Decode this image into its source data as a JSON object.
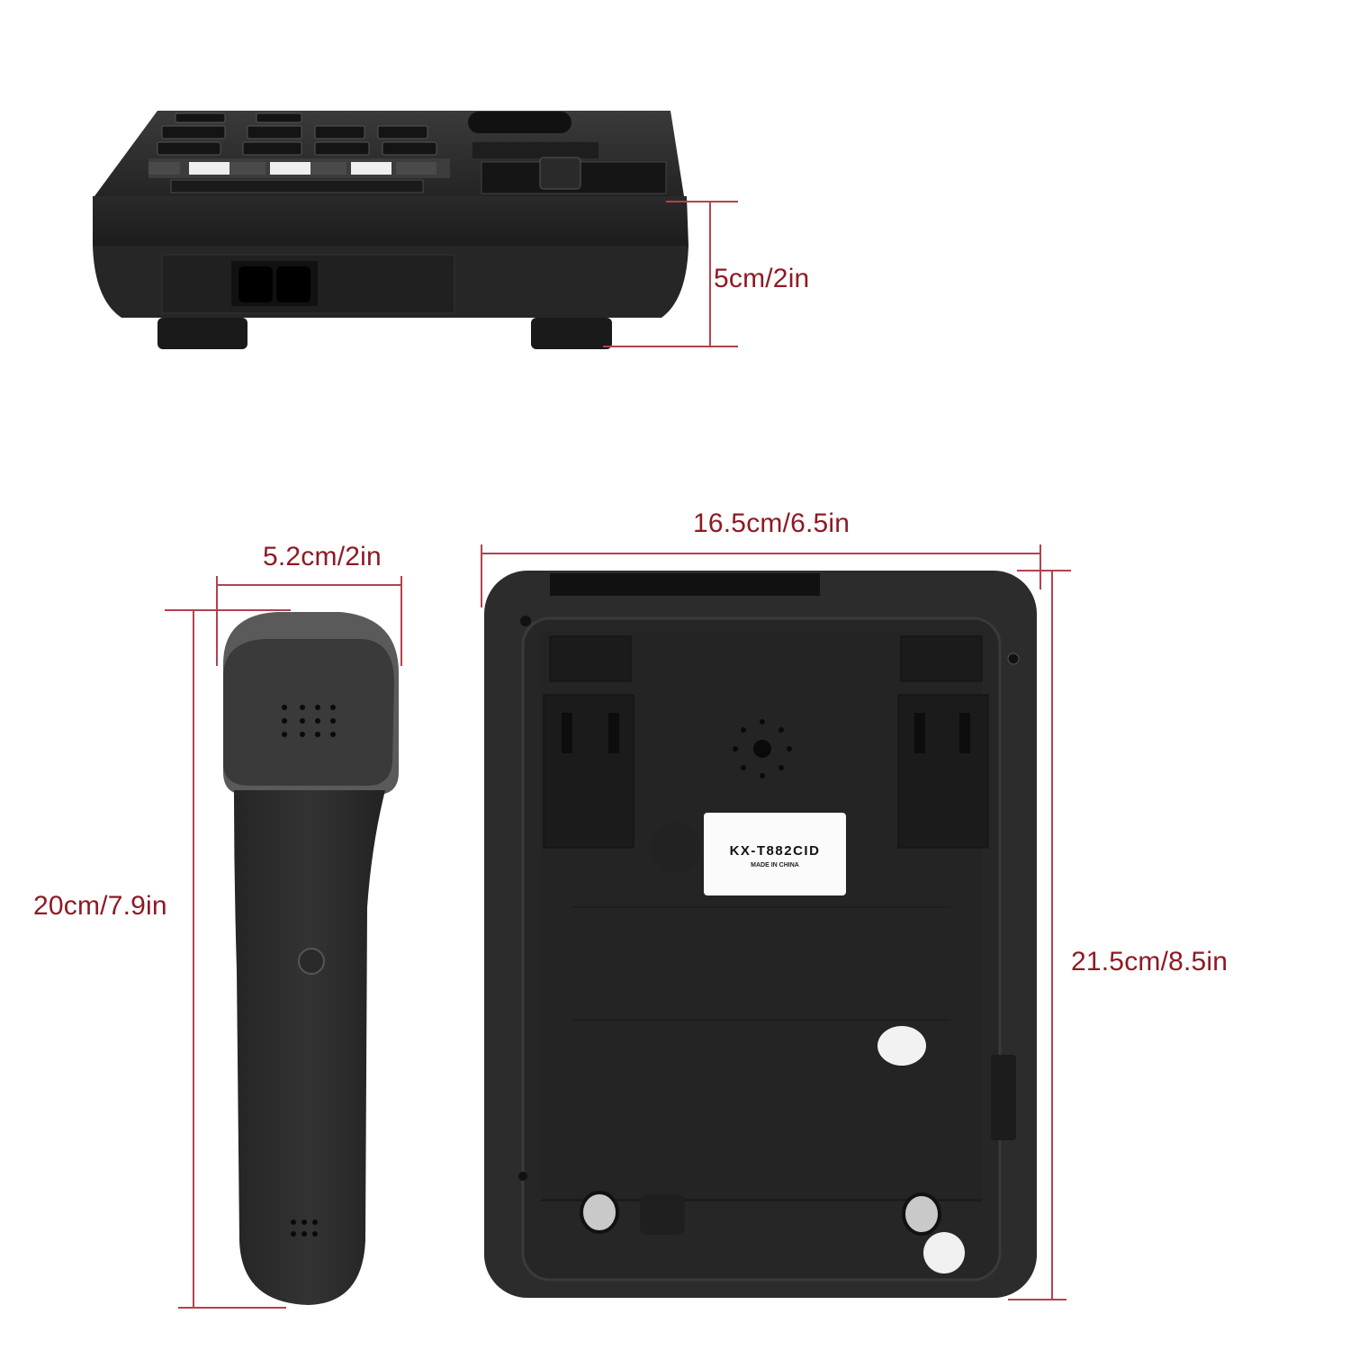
{
  "dimensions": {
    "base_height": "5cm/2in",
    "handset_width": "5.2cm/2in",
    "handset_length": "20cm/7.9in",
    "base_width": "16.5cm/6.5in",
    "base_depth": "21.5cm/8.5in"
  },
  "product_label": {
    "model": "KX-T882CID",
    "origin": "MADE IN CHINA"
  },
  "colors": {
    "dimension_line": "#b3424d",
    "dimension_text": "#8e1a24",
    "phone_body": "#2b2b2b",
    "background": "#ffffff"
  },
  "views": [
    {
      "name": "side-view",
      "description": "front edge of base with phone line jacks"
    },
    {
      "name": "handset-view",
      "description": "handset earpiece side"
    },
    {
      "name": "bottom-view",
      "description": "underside of base with wall-mount hooks"
    }
  ]
}
